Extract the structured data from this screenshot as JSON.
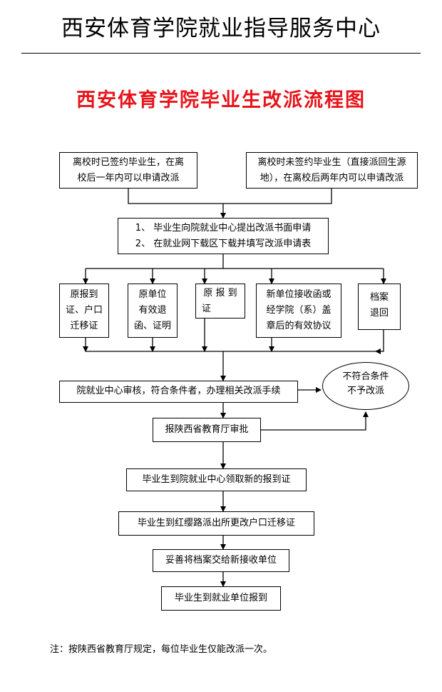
{
  "header": {
    "org_title": "西安体育学院就业指导服务中心"
  },
  "diagram": {
    "title": "西安体育学院毕业生改派流程图",
    "colors": {
      "title": "#e8141b",
      "line": "#000000"
    },
    "start_signed": [
      "离校时已签约毕业生，在离",
      "校后一年内可以申请改派"
    ],
    "start_unsigned": [
      "离校时未签约毕业生（直接派回生源",
      "地），在离校后两年内可以申请改派"
    ],
    "apply_steps": [
      "1、 毕业生向院就业中心提出改派书面申请",
      "2、 在就业网下载区下载并填写改派申请表"
    ],
    "materials": [
      {
        "lines": [
          "原报到",
          "证、户口",
          "迁移证"
        ]
      },
      {
        "lines": [
          "原单位",
          "有效退",
          "函、证明"
        ]
      },
      {
        "lines": [
          "原 报 到",
          "证"
        ]
      },
      {
        "lines": [
          "新单位接收函或",
          "经学院（系）盖",
          "章后的有效协议"
        ]
      },
      {
        "lines": [
          "档案",
          "退回"
        ]
      }
    ],
    "review": "院就业中心审核，符合条件者，办理相关改派手续",
    "reject": [
      "不符合条件",
      "不予改派"
    ],
    "approve": "报陕西省教育厅审批",
    "step_receive": "毕业生到院就业中心领取新的报到证",
    "step_hukou": "毕业生到红缨路派出所更改户口迁移证",
    "step_archive": "妥善将档案交给新接收单位",
    "step_report": "毕业生到就业单位报到"
  },
  "footer": {
    "note": "注：按陕西省教育厅规定，每位毕业生仅能改派一次。"
  }
}
